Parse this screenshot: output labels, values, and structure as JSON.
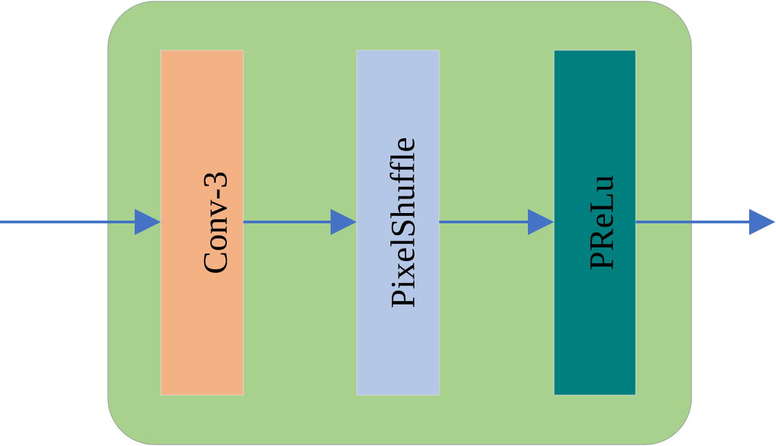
{
  "diagram": {
    "container_color": "#a9d18e",
    "arrow_color": "#4472c4",
    "blocks": [
      {
        "label": "Conv-3",
        "fill": "#f4b183",
        "text_color": "#000000"
      },
      {
        "label": "PixelShuffle",
        "fill": "#b4c7e7",
        "text_color": "#000000"
      },
      {
        "label": "PReLu",
        "fill": "#007f7f",
        "text_color": "#000000"
      }
    ]
  }
}
